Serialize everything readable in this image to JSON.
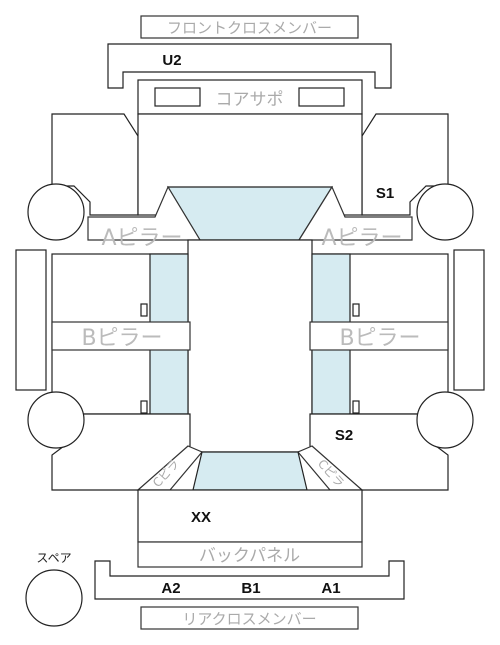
{
  "labels": {
    "front_cross_member": "フロントクロスメンバー",
    "core_support": "コアサポ",
    "a_pillar_left": "Aピラー",
    "a_pillar_right": "Aピラー",
    "b_pillar_left": "Bピラー",
    "b_pillar_right": "Bピラー",
    "back_panel": "バックパネル",
    "rear_cross_member": "リアクロスメンバー",
    "spare": "スペア",
    "c_pillar_left": "Cピラ",
    "c_pillar_right": "Cピラ"
  },
  "codes": {
    "u2": "U2",
    "s1": "S1",
    "s2": "S2",
    "xx": "XX",
    "a2": "A2",
    "b1": "B1",
    "a1": "A1"
  }
}
